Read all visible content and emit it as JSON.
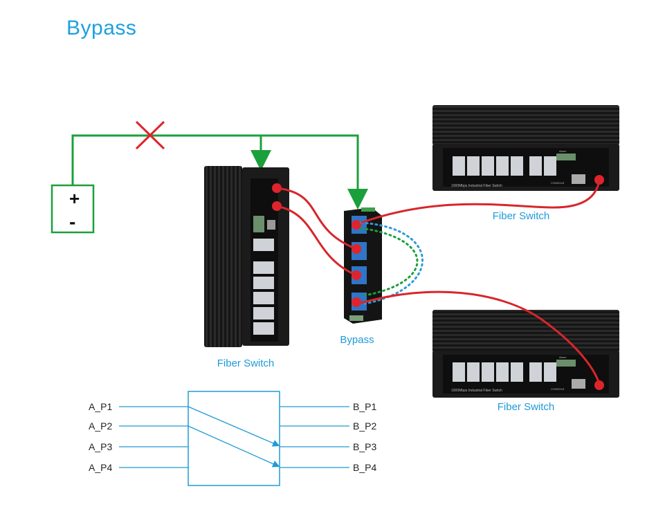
{
  "title": "Bypass",
  "labels": {
    "fiber_switch_left": "Fiber Switch",
    "bypass": "Bypass",
    "fiber_switch_top": "Fiber Switch",
    "fiber_switch_bottom": "Fiber Switch"
  },
  "power": {
    "plus": "+",
    "minus": "-"
  },
  "ports_a": [
    "A_P1",
    "A_P2",
    "A_P3",
    "A_P4"
  ],
  "ports_b": [
    "B_P1",
    "B_P2",
    "B_P3",
    "B_P4"
  ],
  "device_text": {
    "model": "1000Mbps Industrial Fiber Switch",
    "console": "CONSOLE",
    "alarm": "Alarm"
  },
  "colors": {
    "title": "#1ea0dc",
    "power_line": "#1aa03a",
    "cut": "#e0242c",
    "fiber": "#d7262b",
    "bypass_dot_blue": "#2f9ad8",
    "bypass_dot_green": "#1aa03a",
    "logic_box": "#1e9bd7"
  }
}
